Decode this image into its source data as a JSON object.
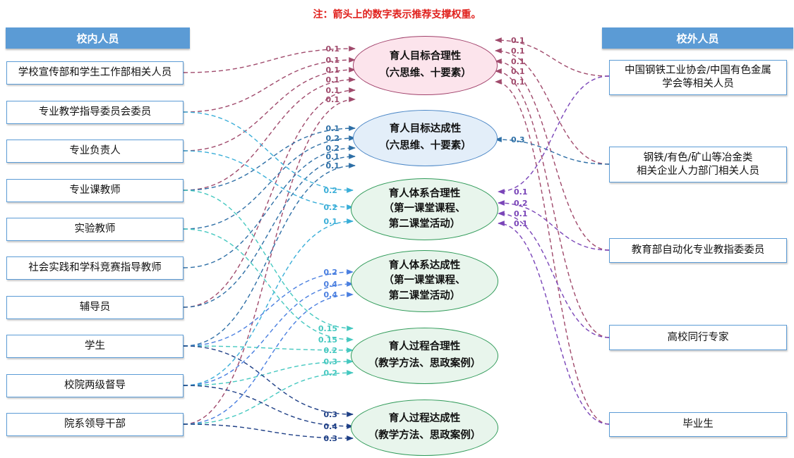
{
  "note": "注：箭头上的数字表示推荐支撑权重。",
  "left_header": "校内人员",
  "right_header": "校外人员",
  "left_boxes": [
    "学校宣传部和学生工作部相关人员",
    "专业教学指导委员会委员",
    "专业负责人",
    "专业课教师",
    "实验教师",
    "社会实践和学科竞赛指导教师",
    "辅导员",
    "学生",
    "校院两级督导",
    "院系领导干部"
  ],
  "right_boxes": [
    {
      "line1": "中国钢铁工业协会/中国有色金属",
      "line2": "学会等相关人员"
    },
    {
      "line1": "钢铁/有色/矿山等冶金类",
      "line2": "相关企业人力部门相关人员"
    },
    {
      "line1": "教育部自动化专业教指委委员",
      "line2": ""
    },
    {
      "line1": "高校同行专家",
      "line2": ""
    },
    {
      "line1": "毕业生",
      "line2": ""
    }
  ],
  "center": [
    {
      "title": "育人目标合理性",
      "sub1": "（六思维、十要素）",
      "sub2": ""
    },
    {
      "title": "育人目标达成性",
      "sub1": "（六思维、十要素）",
      "sub2": ""
    },
    {
      "title": "育人体系合理性",
      "sub1": "（第一课堂课程、",
      "sub2": "第二课堂活动）"
    },
    {
      "title": "育人体系达成性",
      "sub1": "（第一课堂课程、",
      "sub2": "第二课堂活动）"
    },
    {
      "title": "育人过程合理性",
      "sub1": "（教学方法、思政案例）",
      "sub2": ""
    },
    {
      "title": "育人过程达成性",
      "sub1": "（教学方法、思政案例）",
      "sub2": ""
    }
  ],
  "colors": {
    "header": "#5b9bd5",
    "box_border": "#5b9bd5",
    "note": "#e0201c",
    "oval1_fill": "#fce4ec",
    "oval1_stroke": "#a0406a",
    "oval2_fill": "#e3eef9",
    "oval2_stroke": "#4a86c6",
    "oval_green_fill": "#e8f5ec",
    "oval_green_stroke": "#2f9a58",
    "arrow_goal_rational": "#a04a6c",
    "arrow_goal_achieve": "#2e6fa6",
    "arrow_system_rational": "#3aaed8",
    "arrow_system_achieve": "#4a7fe0",
    "arrow_process_rational": "#45c8c0",
    "arrow_process_achieve": "#1e3f86",
    "arrow_external_system": "#7a45b8"
  },
  "links": [
    {
      "from": "left-0",
      "to": "oval-0",
      "weight": "0.1"
    },
    {
      "from": "left-1",
      "to": "oval-0",
      "weight": "0.1"
    },
    {
      "from": "left-2",
      "to": "oval-0",
      "weight": "0.1"
    },
    {
      "from": "left-3",
      "to": "oval-0",
      "weight": "0.1"
    },
    {
      "from": "left-6",
      "to": "oval-0",
      "weight": "0.1"
    },
    {
      "from": "left-9",
      "to": "oval-0",
      "weight": "0.1"
    },
    {
      "from": "right-0",
      "to": "oval-0",
      "weight": "0.1"
    },
    {
      "from": "right-1",
      "to": "oval-0",
      "weight": "0.1"
    },
    {
      "from": "right-2",
      "to": "oval-0",
      "weight": "0.1"
    },
    {
      "from": "right-3",
      "to": "oval-0",
      "weight": "0.1"
    },
    {
      "from": "right-4",
      "to": "oval-0",
      "weight": "0.1"
    },
    {
      "from": "left-3",
      "to": "oval-1",
      "weight": "0.1"
    },
    {
      "from": "left-4",
      "to": "oval-1",
      "weight": "0.2"
    },
    {
      "from": "left-5",
      "to": "oval-1",
      "weight": "0.2"
    },
    {
      "from": "left-6",
      "to": "oval-1",
      "weight": "0.1"
    },
    {
      "from": "left-7",
      "to": "oval-1",
      "weight": "0.1"
    },
    {
      "from": "right-1",
      "to": "oval-1",
      "weight": "0.3"
    },
    {
      "from": "left-1",
      "to": "oval-2",
      "weight": "0.2"
    },
    {
      "from": "left-2",
      "to": "oval-2",
      "weight": "0.2"
    },
    {
      "from": "left-8",
      "to": "oval-2",
      "weight": "0.1"
    },
    {
      "from": "right-0",
      "to": "oval-2",
      "weight": "0.1"
    },
    {
      "from": "right-2",
      "to": "oval-2",
      "weight": "0.2"
    },
    {
      "from": "right-3",
      "to": "oval-2",
      "weight": "0.1"
    },
    {
      "from": "right-4",
      "to": "oval-2",
      "weight": "0.1"
    },
    {
      "from": "left-7",
      "to": "oval-3",
      "weight": "0.2"
    },
    {
      "from": "left-8",
      "to": "oval-3",
      "weight": "0.4"
    },
    {
      "from": "left-9",
      "to": "oval-3",
      "weight": "0.4"
    },
    {
      "from": "left-3",
      "to": "oval-4",
      "weight": "0.15"
    },
    {
      "from": "left-4",
      "to": "oval-4",
      "weight": "0.15"
    },
    {
      "from": "left-7",
      "to": "oval-4",
      "weight": "0.2"
    },
    {
      "from": "left-8",
      "to": "oval-4",
      "weight": "0.3"
    },
    {
      "from": "left-9",
      "to": "oval-4",
      "weight": "0.2"
    },
    {
      "from": "left-7",
      "to": "oval-5",
      "weight": "0.3"
    },
    {
      "from": "left-8",
      "to": "oval-5",
      "weight": "0.4"
    },
    {
      "from": "left-9",
      "to": "oval-5",
      "weight": "0.3"
    }
  ]
}
